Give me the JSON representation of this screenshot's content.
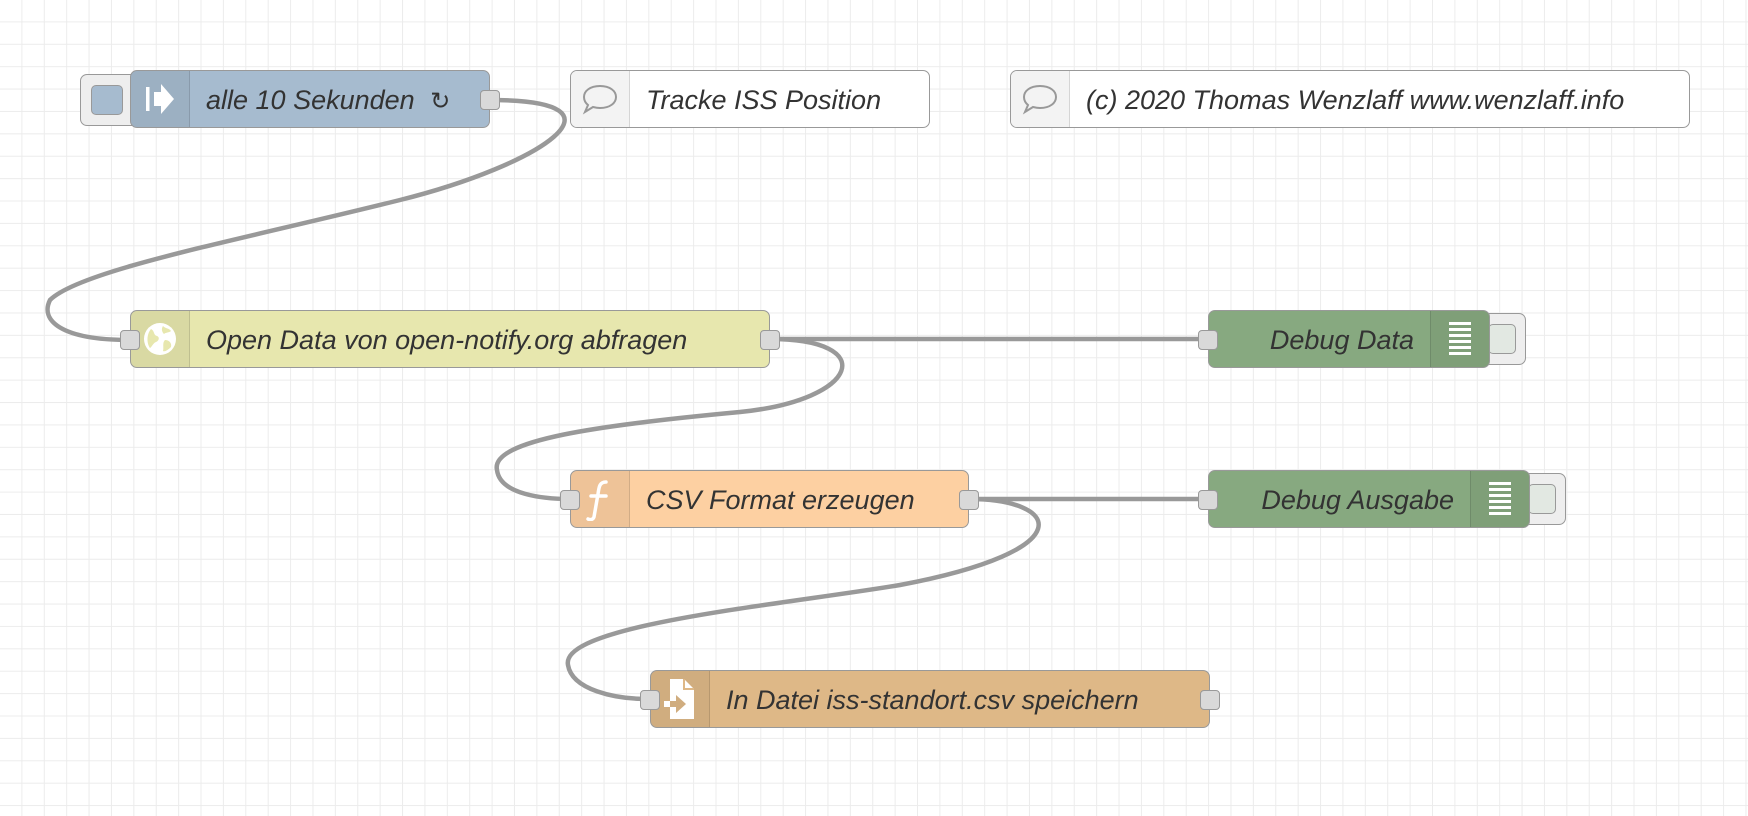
{
  "workspace": {
    "nodes": [
      {
        "id": "inject",
        "type": "inject",
        "label": "alle 10 Sekunden",
        "badge": "↻",
        "icon": "arrow-in-icon",
        "color": "#a6bbcf"
      },
      {
        "id": "comment1",
        "type": "comment",
        "label": "Tracke ISS Position",
        "icon": "speech-bubble-icon",
        "color": "#ffffff"
      },
      {
        "id": "comment2",
        "type": "comment",
        "label": "(c) 2020 Thomas Wenzlaff www.wenzlaff.info",
        "icon": "speech-bubble-icon",
        "color": "#ffffff"
      },
      {
        "id": "http",
        "type": "http request",
        "label": "Open Data von open-notify.org abfragen",
        "icon": "globe-icon",
        "color": "#e7e7ae"
      },
      {
        "id": "debug1",
        "type": "debug",
        "label": "Debug Data",
        "icon": "debug-list-icon",
        "color": "#87a980"
      },
      {
        "id": "function",
        "type": "function",
        "label": "CSV Format erzeugen",
        "icon": "function-icon",
        "color": "#fdd0a2"
      },
      {
        "id": "debug2",
        "type": "debug",
        "label": "Debug Ausgabe",
        "icon": "debug-list-icon",
        "color": "#87a980"
      },
      {
        "id": "file",
        "type": "file",
        "label": "In Datei iss-standort.csv speichern",
        "icon": "file-out-icon",
        "color": "#deb887"
      }
    ],
    "wires": [
      {
        "from": "inject",
        "to": "http"
      },
      {
        "from": "http",
        "to": "debug1"
      },
      {
        "from": "http",
        "to": "function"
      },
      {
        "from": "function",
        "to": "debug2"
      },
      {
        "from": "function",
        "to": "file"
      }
    ]
  }
}
